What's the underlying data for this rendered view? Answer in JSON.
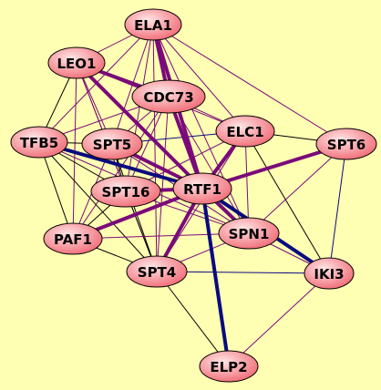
{
  "colors": {
    "background": "#ffffb3",
    "node_fill_light": "#ffe6e6",
    "node_fill_dark": "#f06a75",
    "edge_black": "#000000",
    "edge_purple": "#7a0a7a",
    "edge_navy": "#0a0a80"
  },
  "nodes": [
    {
      "id": "ELA1",
      "label": "ELA1"
    },
    {
      "id": "LEO1",
      "label": "LEO1"
    },
    {
      "id": "CDC73",
      "label": "CDC73"
    },
    {
      "id": "ELC1",
      "label": "ELC1"
    },
    {
      "id": "TFB5",
      "label": "TFB5"
    },
    {
      "id": "SPT5",
      "label": "SPT5"
    },
    {
      "id": "SPT6",
      "label": "SPT6"
    },
    {
      "id": "SPT16",
      "label": "SPT16"
    },
    {
      "id": "RTF1",
      "label": "RTF1"
    },
    {
      "id": "PAF1",
      "label": "PAF1"
    },
    {
      "id": "SPN1",
      "label": "SPN1"
    },
    {
      "id": "SPT4",
      "label": "SPT4"
    },
    {
      "id": "IKI3",
      "label": "IKI3"
    },
    {
      "id": "ELP2",
      "label": "ELP2"
    }
  ],
  "edges": [
    {
      "source": "ELA1",
      "target": "LEO1",
      "style": "purple",
      "weight": 1
    },
    {
      "source": "ELA1",
      "target": "CDC73",
      "style": "purple",
      "weight": 3
    },
    {
      "source": "ELA1",
      "target": "RTF1",
      "style": "purple",
      "weight": 3
    },
    {
      "source": "ELA1",
      "target": "ELC1",
      "style": "purple",
      "weight": 1
    },
    {
      "source": "ELA1",
      "target": "SPT6",
      "style": "purple",
      "weight": 1
    },
    {
      "source": "ELA1",
      "target": "SPT5",
      "style": "purple",
      "weight": 1
    },
    {
      "source": "ELA1",
      "target": "TFB5",
      "style": "purple",
      "weight": 1
    },
    {
      "source": "ELA1",
      "target": "SPT16",
      "style": "purple",
      "weight": 1
    },
    {
      "source": "ELA1",
      "target": "SPN1",
      "style": "purple",
      "weight": 1
    },
    {
      "source": "ELA1",
      "target": "SPT4",
      "style": "purple",
      "weight": 1
    },
    {
      "source": "LEO1",
      "target": "CDC73",
      "style": "purple",
      "weight": 3
    },
    {
      "source": "LEO1",
      "target": "RTF1",
      "style": "purple",
      "weight": 3
    },
    {
      "source": "LEO1",
      "target": "TFB5",
      "style": "black",
      "weight": 1
    },
    {
      "source": "LEO1",
      "target": "PAF1",
      "style": "purple",
      "weight": 1
    },
    {
      "source": "LEO1",
      "target": "SPT5",
      "style": "purple",
      "weight": 1
    },
    {
      "source": "LEO1",
      "target": "ELC1",
      "style": "purple",
      "weight": 1
    },
    {
      "source": "LEO1",
      "target": "SPT16",
      "style": "purple",
      "weight": 1
    },
    {
      "source": "LEO1",
      "target": "SPN1",
      "style": "purple",
      "weight": 1
    },
    {
      "source": "LEO1",
      "target": "SPT4",
      "style": "purple",
      "weight": 1
    },
    {
      "source": "CDC73",
      "target": "RTF1",
      "style": "purple",
      "weight": 3
    },
    {
      "source": "CDC73",
      "target": "ELC1",
      "style": "purple",
      "weight": 1
    },
    {
      "source": "CDC73",
      "target": "TFB5",
      "style": "purple",
      "weight": 1
    },
    {
      "source": "CDC73",
      "target": "SPT5",
      "style": "purple",
      "weight": 1
    },
    {
      "source": "CDC73",
      "target": "PAF1",
      "style": "purple",
      "weight": 1
    },
    {
      "source": "CDC73",
      "target": "SPT16",
      "style": "purple",
      "weight": 1
    },
    {
      "source": "CDC73",
      "target": "SPN1",
      "style": "purple",
      "weight": 1
    },
    {
      "source": "CDC73",
      "target": "SPT4",
      "style": "purple",
      "weight": 1
    },
    {
      "source": "ELC1",
      "target": "RTF1",
      "style": "purple",
      "weight": 3
    },
    {
      "source": "ELC1",
      "target": "SPT5",
      "style": "navy",
      "weight": 1
    },
    {
      "source": "ELC1",
      "target": "SPT6",
      "style": "black",
      "weight": 1
    },
    {
      "source": "ELC1",
      "target": "IKI3",
      "style": "black",
      "weight": 1
    },
    {
      "source": "ELC1",
      "target": "SPN1",
      "style": "purple",
      "weight": 1
    },
    {
      "source": "ELC1",
      "target": "SPT4",
      "style": "purple",
      "weight": 1
    },
    {
      "source": "ELC1",
      "target": "SPT16",
      "style": "purple",
      "weight": 1
    },
    {
      "source": "TFB5",
      "target": "SPT5",
      "style": "black",
      "weight": 1
    },
    {
      "source": "TFB5",
      "target": "RTF1",
      "style": "navy",
      "weight": 3
    },
    {
      "source": "TFB5",
      "target": "SPT16",
      "style": "black",
      "weight": 1
    },
    {
      "source": "TFB5",
      "target": "PAF1",
      "style": "black",
      "weight": 1
    },
    {
      "source": "TFB5",
      "target": "SPN1",
      "style": "purple",
      "weight": 1
    },
    {
      "source": "TFB5",
      "target": "SPT4",
      "style": "black",
      "weight": 1
    },
    {
      "source": "SPT5",
      "target": "RTF1",
      "style": "purple",
      "weight": 3
    },
    {
      "source": "SPT5",
      "target": "SPT16",
      "style": "black",
      "weight": 1
    },
    {
      "source": "SPT5",
      "target": "PAF1",
      "style": "purple",
      "weight": 1
    },
    {
      "source": "SPT5",
      "target": "SPT4",
      "style": "black",
      "weight": 1
    },
    {
      "source": "SPT5",
      "target": "SPN1",
      "style": "purple",
      "weight": 1
    },
    {
      "source": "SPT6",
      "target": "RTF1",
      "style": "purple",
      "weight": 3
    },
    {
      "source": "SPT6",
      "target": "IKI3",
      "style": "navy",
      "weight": 1
    },
    {
      "source": "SPT6",
      "target": "SPN1",
      "style": "purple",
      "weight": 1
    },
    {
      "source": "SPT16",
      "target": "RTF1",
      "style": "purple",
      "weight": 3
    },
    {
      "source": "SPT16",
      "target": "PAF1",
      "style": "black",
      "weight": 1
    },
    {
      "source": "SPT16",
      "target": "SPT4",
      "style": "black",
      "weight": 1
    },
    {
      "source": "SPT16",
      "target": "SPN1",
      "style": "purple",
      "weight": 1
    },
    {
      "source": "RTF1",
      "target": "PAF1",
      "style": "purple",
      "weight": 3
    },
    {
      "source": "RTF1",
      "target": "SPN1",
      "style": "purple",
      "weight": 3
    },
    {
      "source": "RTF1",
      "target": "SPT4",
      "style": "purple",
      "weight": 3
    },
    {
      "source": "RTF1",
      "target": "IKI3",
      "style": "navy",
      "weight": 3
    },
    {
      "source": "RTF1",
      "target": "ELP2",
      "style": "navy",
      "weight": 3
    },
    {
      "source": "PAF1",
      "target": "SPN1",
      "style": "purple",
      "weight": 1
    },
    {
      "source": "PAF1",
      "target": "SPT4",
      "style": "black",
      "weight": 1
    },
    {
      "source": "SPN1",
      "target": "SPT4",
      "style": "purple",
      "weight": 1
    },
    {
      "source": "SPN1",
      "target": "IKI3",
      "style": "purple",
      "weight": 1
    },
    {
      "source": "SPT4",
      "target": "IKI3",
      "style": "navy",
      "weight": 1
    },
    {
      "source": "SPT4",
      "target": "ELP2",
      "style": "black",
      "weight": 1
    },
    {
      "source": "IKI3",
      "target": "ELP2",
      "style": "purple",
      "weight": 1
    }
  ]
}
